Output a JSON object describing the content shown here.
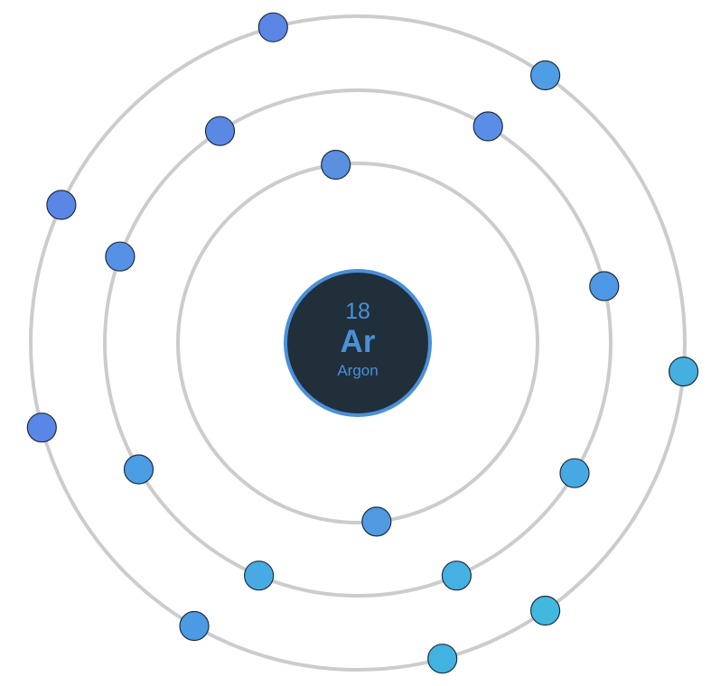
{
  "element": {
    "atomic_number": "18",
    "symbol": "Ar",
    "name": "Argon"
  },
  "colors": {
    "background": "#ffffff",
    "shell_stroke": "#cccccc",
    "nucleus_fill": "#202f3a",
    "nucleus_border": "#4a90d9",
    "nucleus_text": "#4a90d9",
    "electron_stroke": "#1f2e3d"
  },
  "shells": [
    {
      "electron_count": 2,
      "electrons": [
        {
          "angle_deg": 263,
          "color": "#5b8fe0"
        },
        {
          "angle_deg": 84,
          "color": "#4f9ae0"
        }
      ]
    },
    {
      "electron_count": 8,
      "electrons": [
        {
          "angle_deg": 237,
          "color": "#5a88e5"
        },
        {
          "angle_deg": 301,
          "color": "#5a8ee6"
        },
        {
          "angle_deg": 347,
          "color": "#4f98e5"
        },
        {
          "angle_deg": 31,
          "color": "#48a8e4"
        },
        {
          "angle_deg": 67,
          "color": "#45b0e2"
        },
        {
          "angle_deg": 113,
          "color": "#48aae2"
        },
        {
          "angle_deg": 150,
          "color": "#4a9de3"
        },
        {
          "angle_deg": 200,
          "color": "#5592e6"
        }
      ]
    },
    {
      "electron_count": 8,
      "electrons": [
        {
          "angle_deg": 255,
          "color": "#5b86e6"
        },
        {
          "angle_deg": 305,
          "color": "#4f9ee5"
        },
        {
          "angle_deg": 5,
          "color": "#45b0e0"
        },
        {
          "angle_deg": 55,
          "color": "#42b8df"
        },
        {
          "angle_deg": 75,
          "color": "#42b2e0"
        },
        {
          "angle_deg": 120,
          "color": "#4c9ae3"
        },
        {
          "angle_deg": 165,
          "color": "#5a86e6"
        },
        {
          "angle_deg": 205,
          "color": "#5a86e6"
        }
      ]
    }
  ]
}
